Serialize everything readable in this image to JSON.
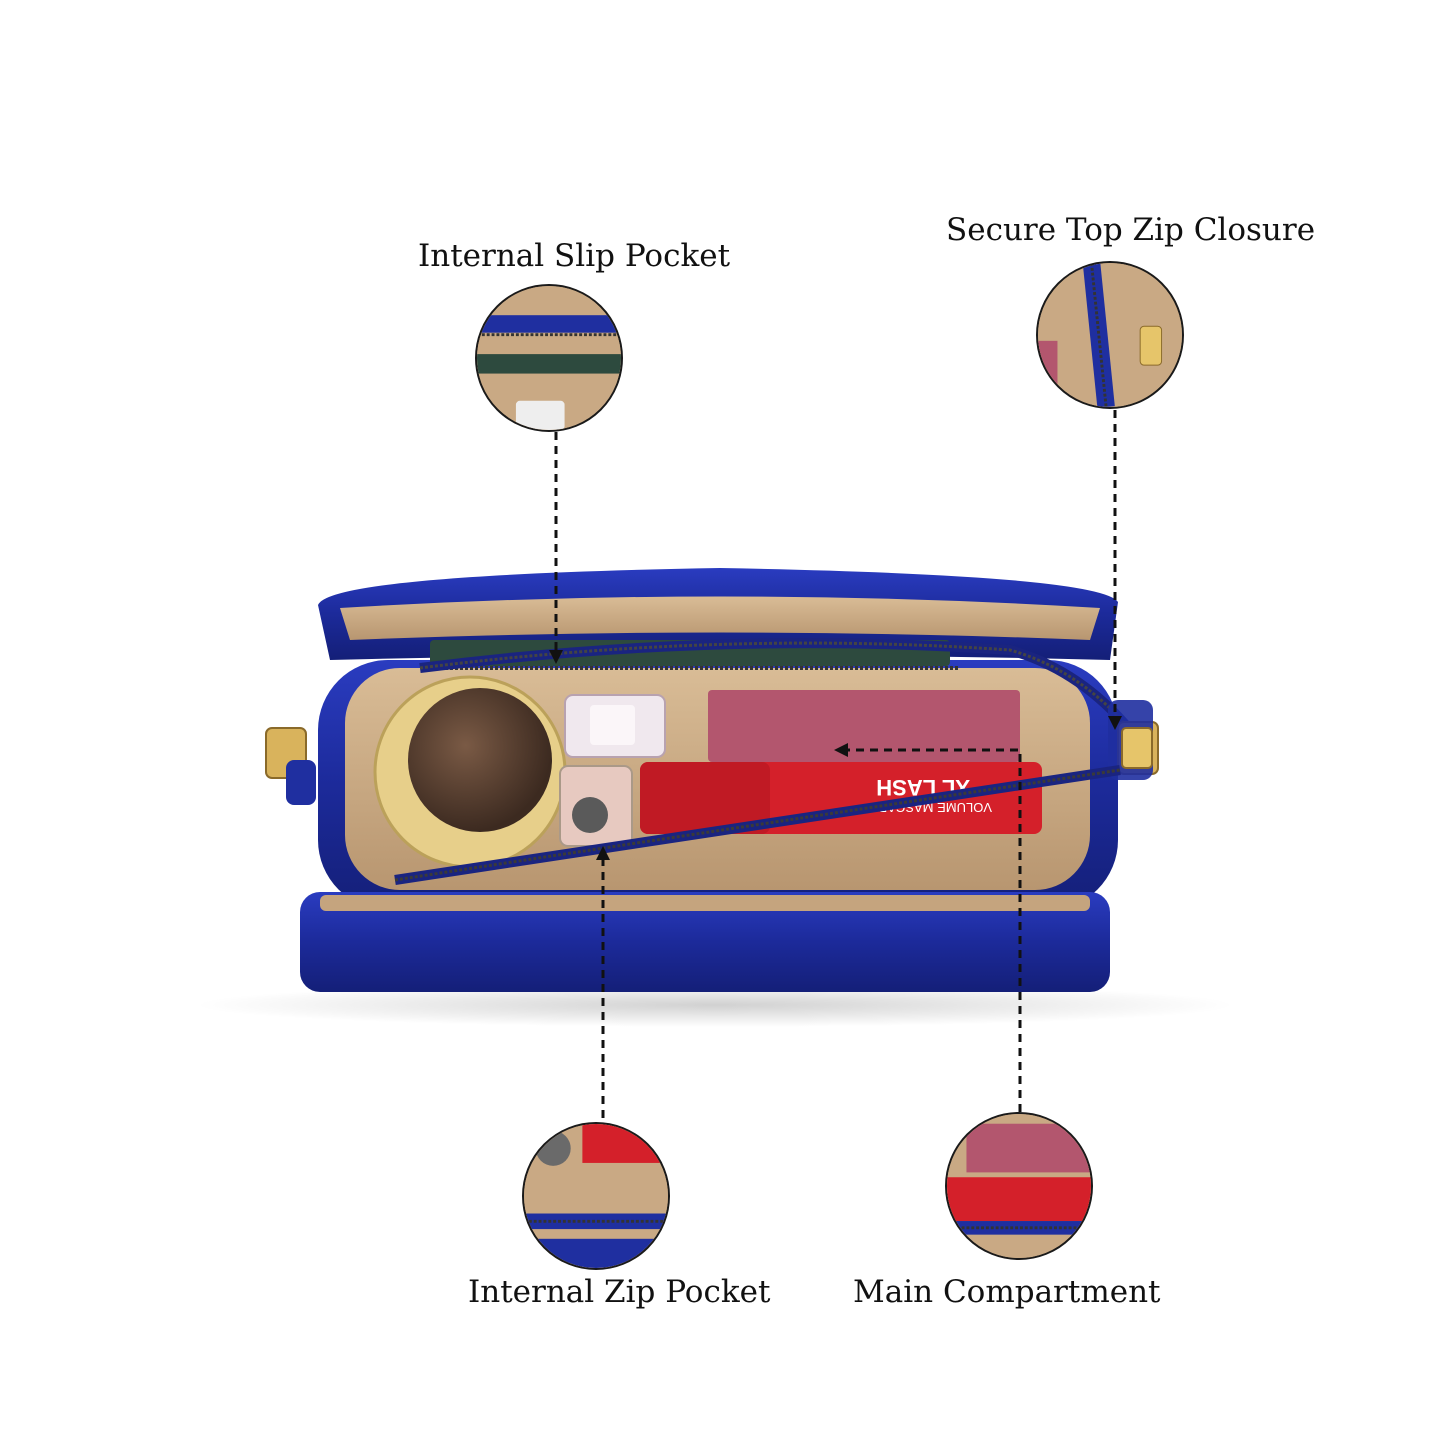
{
  "labels": {
    "internal_slip_pocket": "Internal Slip Pocket",
    "secure_top_zip_closure": "Secure Top Zip Closure",
    "internal_zip_pocket": "Internal Zip Pocket",
    "main_compartment": "Main Compartment"
  },
  "product_text": {
    "mascara_brand": "XL LASH",
    "mascara_sub": "VOLUME MASCARA"
  },
  "colors": {
    "bag_blue": "#1f2fa0",
    "lining_tan": "#c9a984",
    "mascara_red": "#d4202a",
    "zipper_gold": "#c9a24a"
  }
}
